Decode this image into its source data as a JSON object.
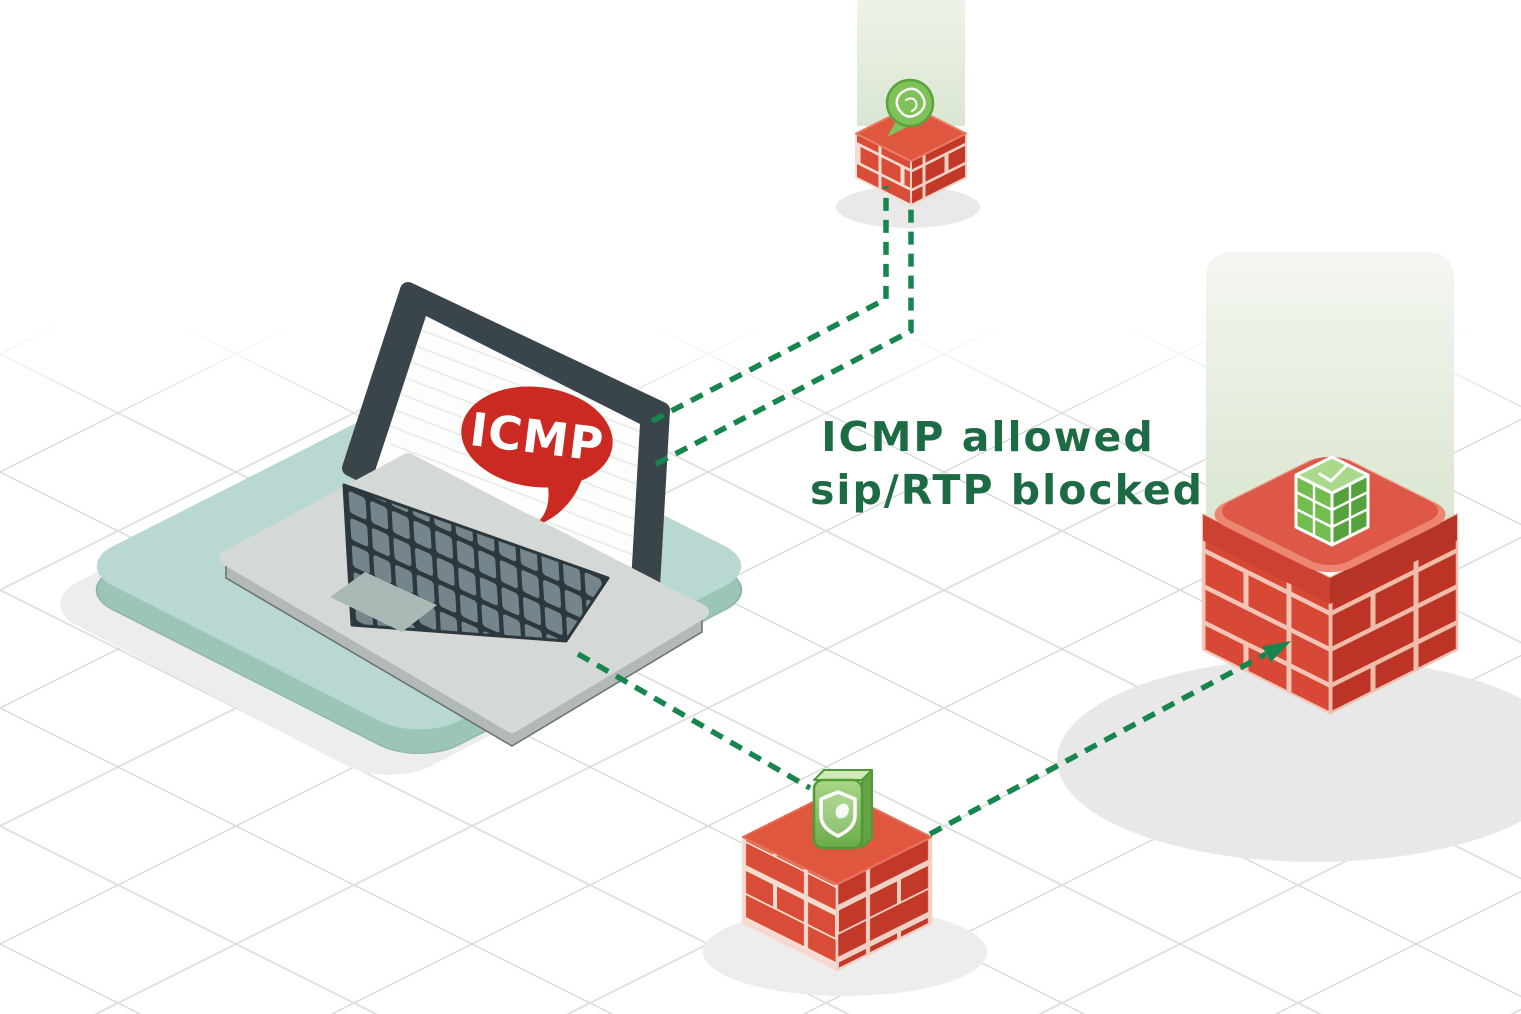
{
  "diagram": {
    "caption": {
      "line1": "ICMP allowed",
      "line2": "sip/RTP blocked"
    },
    "laptop": {
      "bubble_label": "ICMP"
    },
    "nodes": [
      {
        "id": "laptop",
        "type": "computer",
        "badge": "ICMP",
        "icon": "laptop"
      },
      {
        "id": "firewall-top",
        "type": "firewall",
        "icon": "chat-bubble-icon"
      },
      {
        "id": "firewall-right",
        "type": "firewall",
        "icon": "server-box-icon"
      },
      {
        "id": "firewall-bottom",
        "type": "firewall",
        "icon": "shield-leaf-icon"
      }
    ],
    "edges": [
      {
        "from": "laptop-screen",
        "to": "firewall-top",
        "style": "dashed",
        "arrow": false
      },
      {
        "from": "laptop-screen",
        "to": "firewall-top",
        "style": "dashed",
        "arrow": false
      },
      {
        "from": "laptop-base",
        "to": "firewall-bottom",
        "style": "dashed",
        "arrow": false
      },
      {
        "from": "firewall-bottom",
        "to": "firewall-right",
        "style": "dashed",
        "arrow": true
      }
    ],
    "colors": {
      "dash_green": "#17854e",
      "caption_green": "#1d6b45",
      "bubble_red": "#cb2a23",
      "brick_left_face": "#d94c37",
      "brick_right_face": "#c23829",
      "mortar": "#f5dcd0",
      "platform_mint": "#b9d8d1",
      "icon_green": "#7fc257",
      "gradient_band_green": "#dce8d6"
    }
  }
}
